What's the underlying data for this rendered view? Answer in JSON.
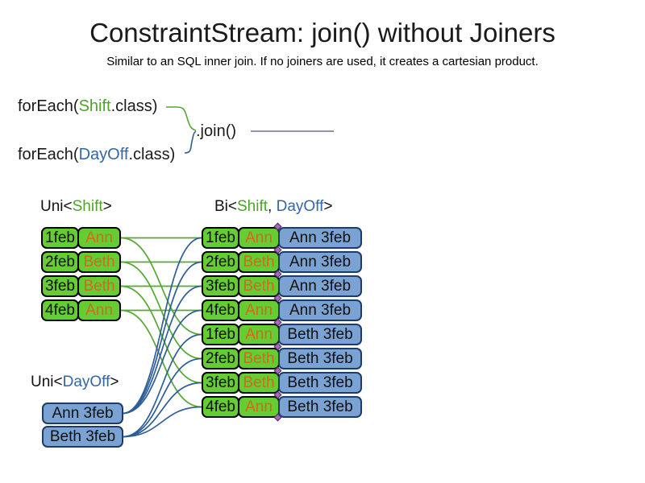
{
  "title": "ConstraintStream: join() without Joiners",
  "subtitle": "Similar to an SQL inner join. If no joiners are used, it creates a cartesian product.",
  "code": {
    "foreach_shift": {
      "prefix": "forEach(",
      "class_name": "Shift",
      "suffix": ".class)"
    },
    "foreach_dayoff": {
      "prefix": "forEach(",
      "class_name": "DayOff",
      "suffix": ".class)"
    },
    "join_label": ".join()"
  },
  "uni_shift": {
    "header": {
      "prefix": "Uni<",
      "type_name": "Shift",
      "suffix": ">"
    },
    "rows": [
      {
        "date": "1feb",
        "employee": "Ann"
      },
      {
        "date": "2feb",
        "employee": "Beth"
      },
      {
        "date": "3feb",
        "employee": "Beth"
      },
      {
        "date": "4feb",
        "employee": "Ann"
      }
    ]
  },
  "uni_dayoff": {
    "header": {
      "prefix": "Uni<",
      "type_name": "DayOff",
      "suffix": ">"
    },
    "rows": [
      {
        "label": "Ann 3feb"
      },
      {
        "label": "Beth 3feb"
      }
    ]
  },
  "bi_stream": {
    "header": {
      "prefix": "Bi<",
      "type_a": "Shift",
      "separator": ", ",
      "type_b": "DayOff",
      "suffix": ">"
    },
    "rows": [
      {
        "date": "1feb",
        "employee": "Ann",
        "dayoff": "Ann 3feb"
      },
      {
        "date": "2feb",
        "employee": "Beth",
        "dayoff": "Ann 3feb"
      },
      {
        "date": "3feb",
        "employee": "Beth",
        "dayoff": "Ann 3feb"
      },
      {
        "date": "4feb",
        "employee": "Ann",
        "dayoff": "Ann 3feb"
      },
      {
        "date": "1feb",
        "employee": "Ann",
        "dayoff": "Beth 3feb"
      },
      {
        "date": "2feb",
        "employee": "Beth",
        "dayoff": "Beth 3feb"
      },
      {
        "date": "3feb",
        "employee": "Beth",
        "dayoff": "Beth 3feb"
      },
      {
        "date": "4feb",
        "employee": "Ann",
        "dayoff": "Beth 3feb"
      }
    ]
  },
  "colors": {
    "shift_green_fill": "#66cc33",
    "shift_green_text": "#4ea32c",
    "dayoff_blue_fill": "#7aa2d2",
    "dayoff_blue_border": "#1f3c68",
    "dayoff_blue_text": "#3465a4",
    "employee_orange_text": "#d2691e",
    "green_connector": "#55a832",
    "blue_connector": "#2e5e97",
    "purple_connector": "#7a6a9e",
    "glue_point_purple": "#a66bbf"
  }
}
